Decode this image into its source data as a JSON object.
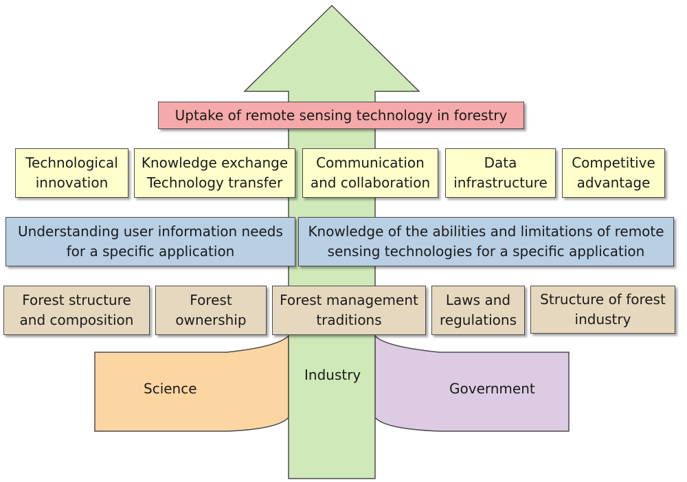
{
  "colors": {
    "arrow_fill": "#cfe9b8",
    "science_fill": "#fbd6a3",
    "government_fill": "#dccbe2",
    "yellow_box": "#ffffcc",
    "blue_box": "#b8cfe4",
    "tan_box": "#e6d8be",
    "title_box": "#f5a9a9",
    "outline": "#4a4a4a"
  },
  "title": {
    "text": "Uptake of remote sensing technology in forestry"
  },
  "drivers": [
    {
      "lines": [
        "Technological",
        "innovation"
      ]
    },
    {
      "lines": [
        "Knowledge exchange",
        "Technology transfer"
      ]
    },
    {
      "lines": [
        "Communication",
        "and collaboration"
      ]
    },
    {
      "lines": [
        "Data",
        "infrastructure"
      ]
    },
    {
      "lines": [
        "Competitive",
        "advantage"
      ]
    }
  ],
  "understanding": [
    {
      "lines": [
        "Understanding user information needs",
        "for a specific application"
      ]
    },
    {
      "lines": [
        "Knowledge of the abilities and limitations of remote",
        "sensing technologies for a specific application"
      ]
    }
  ],
  "context": [
    {
      "lines": [
        "Forest structure",
        "and composition"
      ]
    },
    {
      "lines": [
        "Forest",
        "ownership"
      ]
    },
    {
      "lines": [
        "Forest management",
        "traditions"
      ]
    },
    {
      "lines": [
        "Laws and",
        "regulations"
      ]
    },
    {
      "lines": [
        "Structure of forest",
        "industry"
      ]
    }
  ],
  "sectors": {
    "science": "Science",
    "industry": "Industry",
    "government": "Government"
  }
}
